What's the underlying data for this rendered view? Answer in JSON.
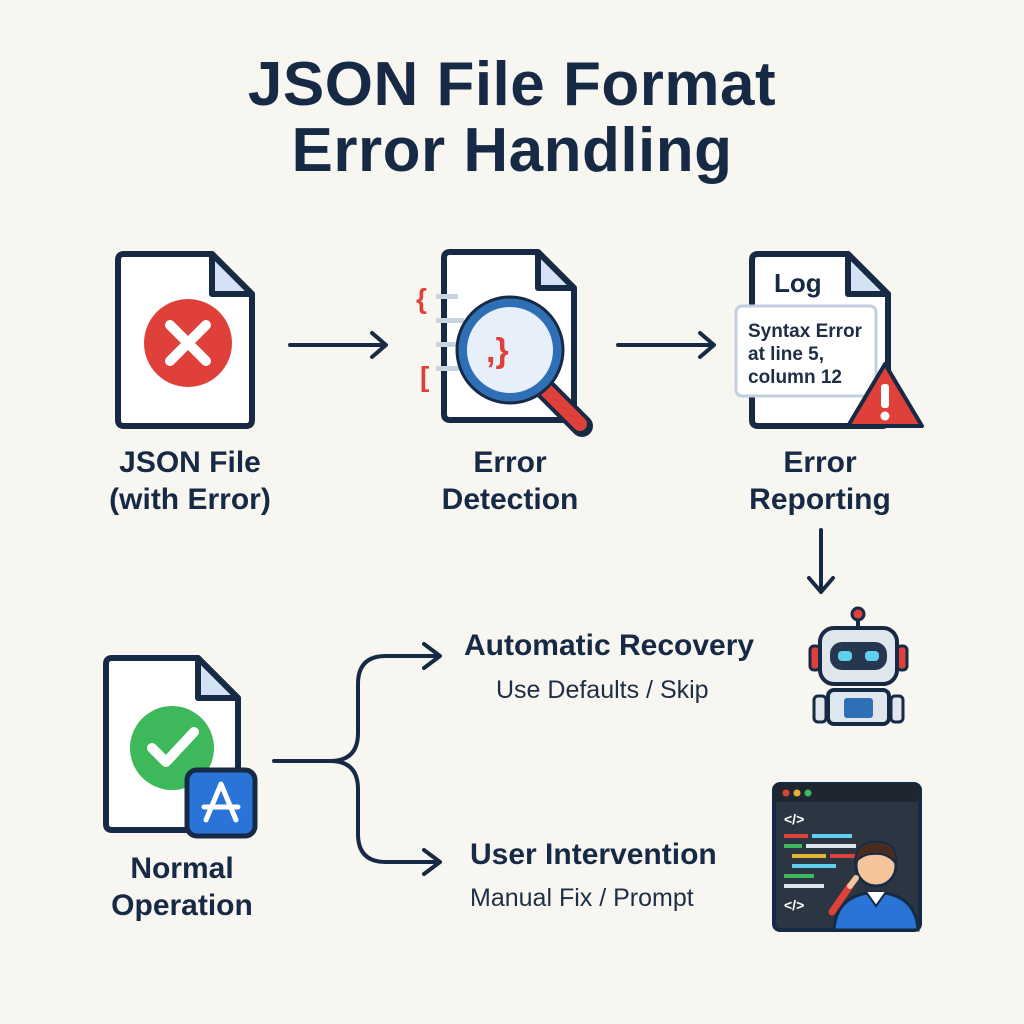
{
  "title": {
    "line1": "JSON File Format",
    "line2": "Error Handling"
  },
  "steps": [
    {
      "line1": "JSON File",
      "line2": "(with Error)",
      "icon": "file-error-icon"
    },
    {
      "line1": "Error",
      "line2": "Detection",
      "icon": "magnifier-icon"
    },
    {
      "line1": "Error",
      "line2": "Reporting",
      "icon": "log-warning-icon"
    }
  ],
  "log": {
    "header": "Log",
    "line1": "Syntax Error",
    "line2": "at line 5,",
    "line3": "column 12"
  },
  "detection_glyphs": {
    "brace": "{",
    "bracket": "[",
    "code": ",}"
  },
  "normal": {
    "line1": "Normal",
    "line2": "Operation",
    "icon": "file-check-app-icon"
  },
  "options": [
    {
      "title": "Automatic Recovery",
      "subtitle": "Use Defaults / Skip",
      "icon": "robot-icon"
    },
    {
      "title": "User Intervention",
      "subtitle": "Manual Fix / Prompt",
      "icon": "developer-icon"
    }
  ],
  "code_tags": [
    "</>",
    "</>"
  ],
  "colors": {
    "navy": "#172a45",
    "red": "#e0403a",
    "green": "#3db85a",
    "blue": "#2a74d8",
    "magnifier": "#2f6fb5",
    "editor_bg": "#2c3642"
  }
}
